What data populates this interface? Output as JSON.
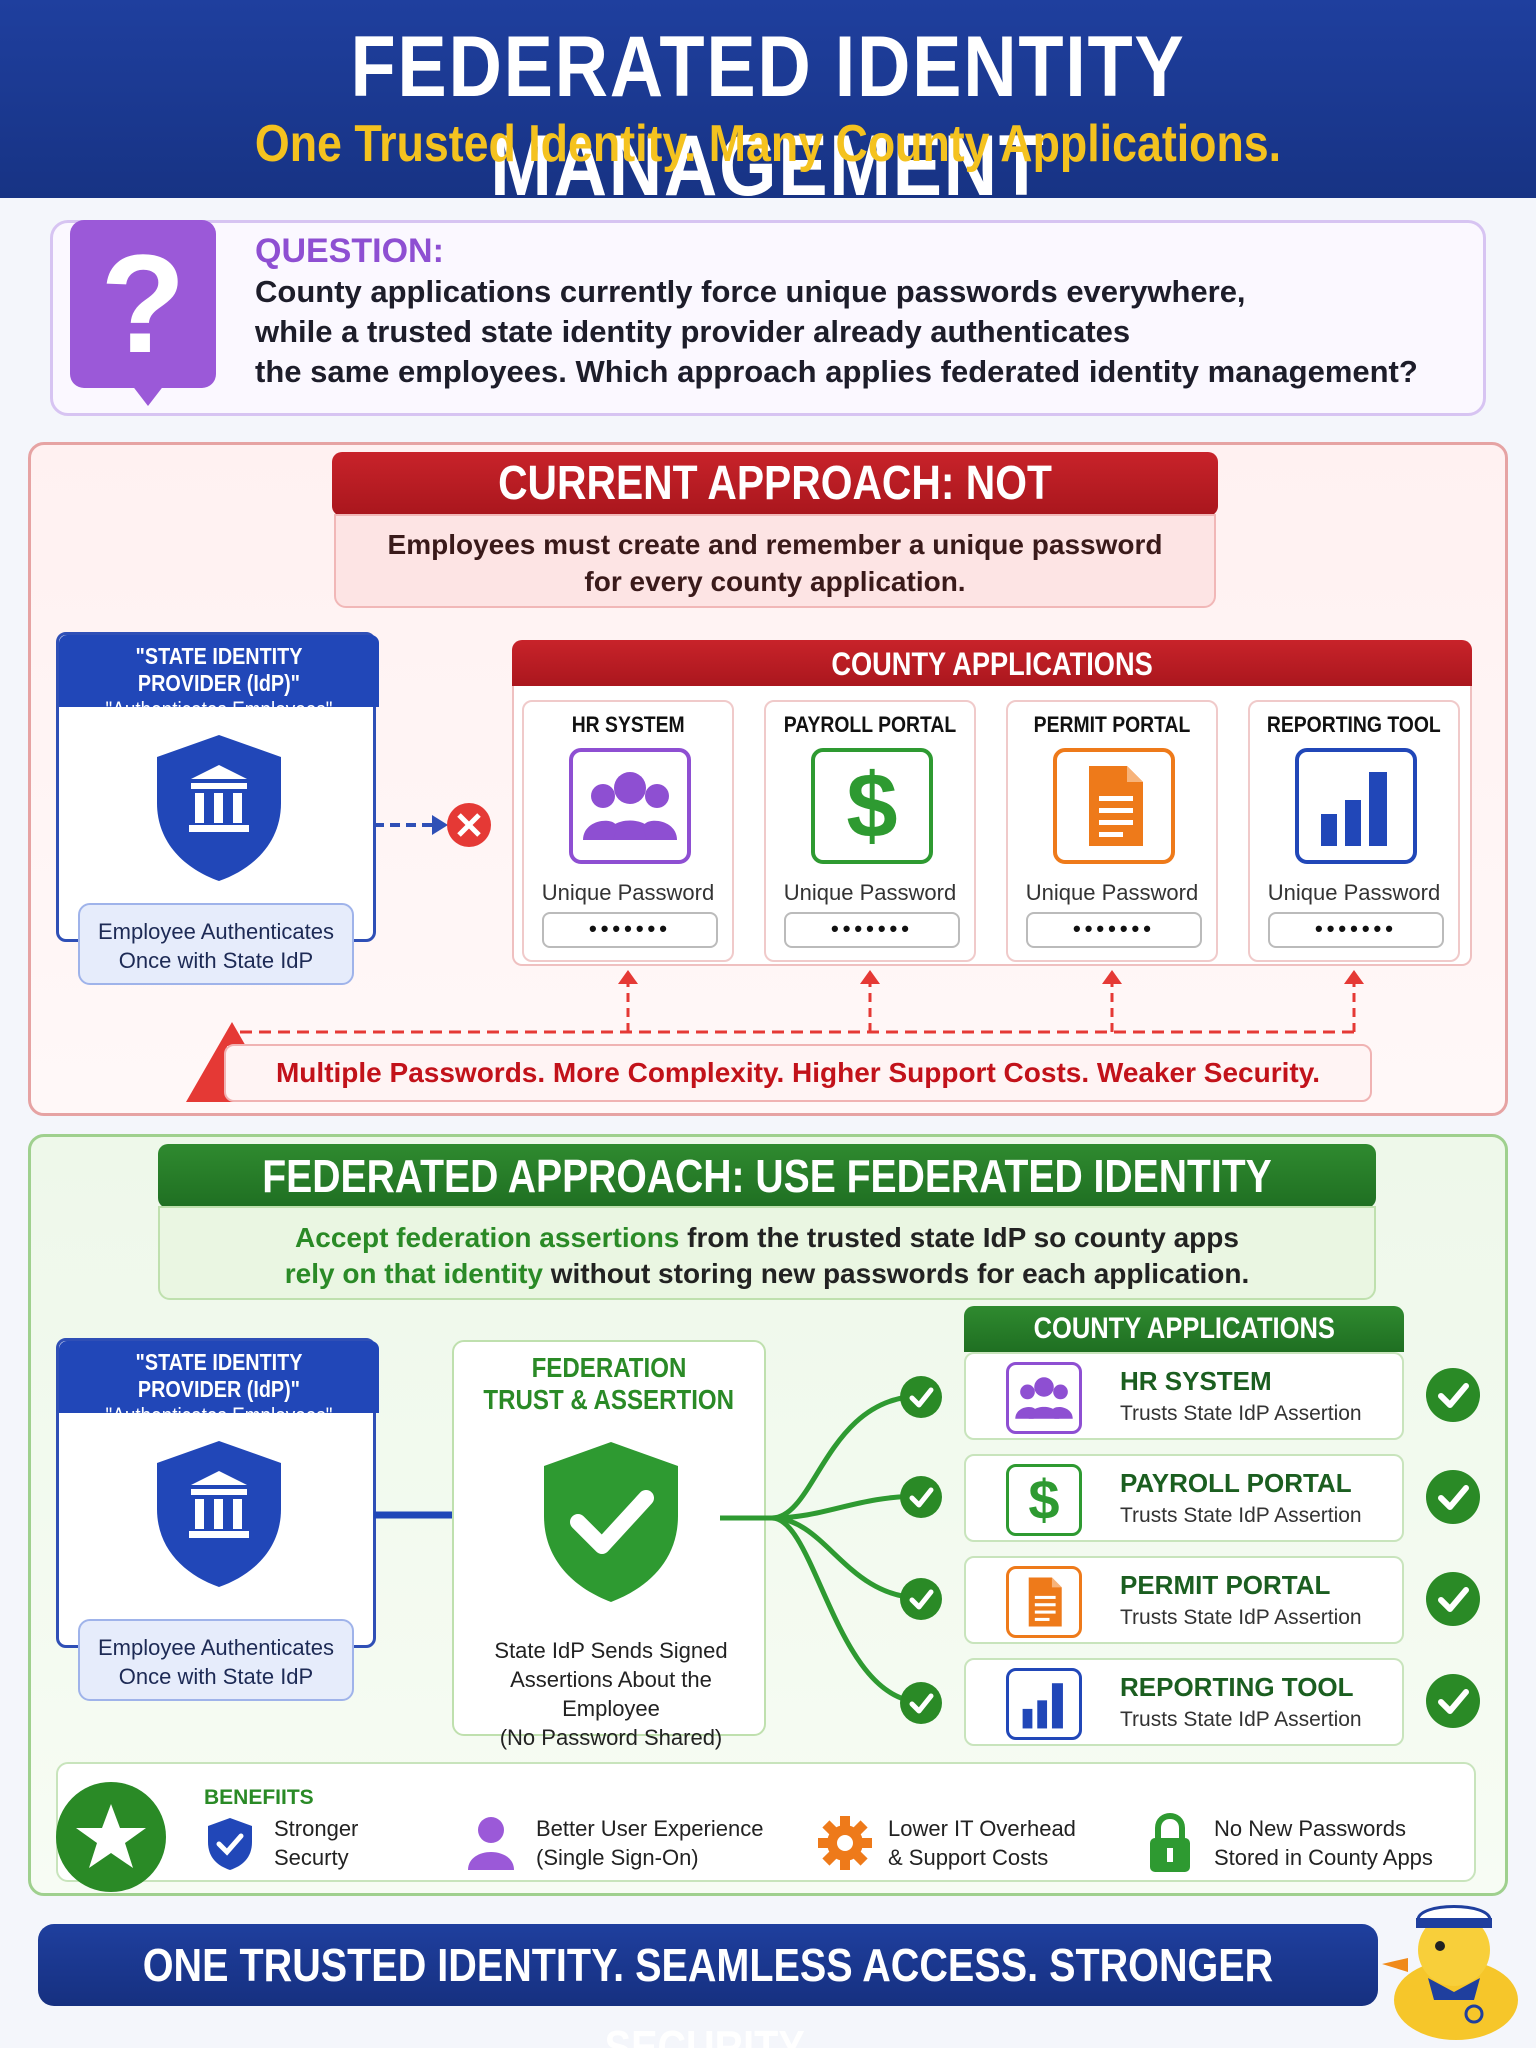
{
  "header": {
    "title": "FEDERATED IDENTITY MANAGEMENT",
    "subtitle": "One Trusted Identity. Many County Applications."
  },
  "question": {
    "badge": "?",
    "label": "QUESTION:",
    "lines": [
      "County applications currently force unique passwords everywhere,",
      "while a trusted state identity provider already authenticates",
      "the same employees. Which approach applies federated identity management?"
    ]
  },
  "current": {
    "title": "CURRENT APPROACH: NOT FEDERATED",
    "subtitle_lines": [
      "Employees must create and remember a unique password",
      "for every county application."
    ],
    "idp": {
      "title": "\"STATE IDENTITY PROVIDER (IdP)\"",
      "subtitle": "\"Authenticates Employees\"",
      "footer_lines": [
        "Employee Authenticates",
        "Once with State IdP"
      ]
    },
    "apps_header": "COUNTY APPLICATIONS",
    "apps": [
      {
        "name": "HR SYSTEM",
        "icon": "people-icon",
        "color": "#8e4fd2",
        "pw_label": "Unique Password",
        "pw_value": "•••••••"
      },
      {
        "name": "PAYROLL PORTAL",
        "icon": "dollar-icon",
        "color": "#2e9a31",
        "pw_label": "Unique Password",
        "pw_value": "•••••••"
      },
      {
        "name": "PERMIT PORTAL",
        "icon": "document-icon",
        "color": "#ee7a1a",
        "pw_label": "Unique Password",
        "pw_value": "•••••••"
      },
      {
        "name": "REPORTING TOOL",
        "icon": "bar-chart-icon",
        "color": "#2147b8",
        "pw_label": "Unique Password",
        "pw_value": "•••••••"
      }
    ],
    "warning": "Multiple Passwords. More Complexity. Higher Support Costs. Weaker Security."
  },
  "federated": {
    "title": "FEDERATED APPROACH: USE FEDERATED IDENTITY MANAGEMETY",
    "subtitle": {
      "l1_green": "Accept federation assertions",
      "l1_rest": " from the trusted state IdP so county apps",
      "l2_green": "rely on that identity",
      "l2_rest": " without storing new passwords for each application."
    },
    "idp": {
      "title": "\"STATE IDENTITY PROVIDER (IdP)\"",
      "subtitle": "\"Authenticates Employees\"",
      "footer_lines": [
        "Employee Authenticates",
        "Once with State IdP"
      ]
    },
    "trust": {
      "title_lines": [
        "FEDERATION",
        "TRUST & ASSERTION"
      ],
      "desc_lines": [
        "State IdP Sends Signed",
        "Assertions About the Employee",
        "(No Password Shared)"
      ]
    },
    "apps_header": "COUNTY APPLICATIONS",
    "apps": [
      {
        "name": "HR SYSTEM",
        "desc": "Trusts State IdP Assertion",
        "icon": "people-icon",
        "color": "#8e4fd2"
      },
      {
        "name": "PAYROLL PORTAL",
        "desc": "Trusts State IdP Assertion",
        "icon": "dollar-icon",
        "color": "#2e9a31"
      },
      {
        "name": "PERMIT PORTAL",
        "desc": "Trusts State IdP Assertion",
        "icon": "document-icon",
        "color": "#ee7a1a"
      },
      {
        "name": "REPORTING TOOL",
        "desc": "Trusts State IdP Assertion",
        "icon": "bar-chart-icon",
        "color": "#2147b8"
      }
    ]
  },
  "benefits": {
    "label": "BENEFIITS",
    "items": [
      {
        "icon": "shield-check-icon",
        "lines": [
          "Stronger",
          "Securty"
        ]
      },
      {
        "icon": "user-icon",
        "lines": [
          "Better User Experience",
          "(Single Sign-On)"
        ]
      },
      {
        "icon": "gear-icon",
        "lines": [
          "Lower IT Overhead",
          "& Support Costs"
        ]
      },
      {
        "icon": "lock-icon",
        "lines": [
          "No New Passwords",
          "Stored in County Apps"
        ]
      }
    ]
  },
  "footer": {
    "text": "ONE TRUSTED IDENTITY. SEAMLESS ACCESS. STRONGER SECURITY."
  },
  "colors": {
    "brand_blue": "#1f3f9e",
    "accent_yellow": "#f4c21f",
    "danger_red": "#c8232a",
    "success_green": "#2a8a26",
    "question_purple": "#9b59d8"
  }
}
